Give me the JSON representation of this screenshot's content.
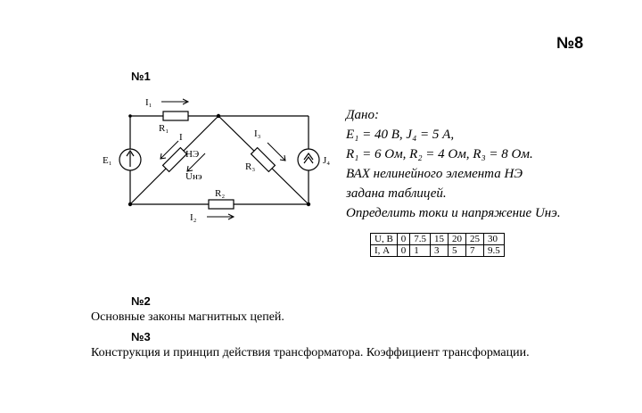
{
  "variant": "№8",
  "task1": {
    "number": "№1",
    "circuit_labels": {
      "I1": "I₁",
      "R1": "R₁",
      "E1": "E₁",
      "I": "I",
      "NE": "НЭ",
      "U_NE": "Uнэ",
      "I3": "I₃",
      "R3": "R₃",
      "J4": "J₄",
      "R2": "R₂",
      "I2": "I₂"
    },
    "given_title": "Дано:",
    "given_line1": "E₁ = 40 В, J₄ = 5 А,",
    "given_line2": "R₁ = 6 Ом, R₂ = 4 Ом, R₃ = 8 Ом.",
    "given_line3": "ВАХ нелинейного элемента НЭ",
    "given_line4": "задана таблицей.",
    "given_line5": "Определить токи и напряжение Uнэ.",
    "table": {
      "row_headers": [
        "U, В",
        "I, А"
      ],
      "u_values": [
        "0",
        "7.5",
        "15",
        "20",
        "25",
        "30"
      ],
      "i_values": [
        "0",
        "1",
        "3",
        "5",
        "7",
        "9.5"
      ]
    }
  },
  "task2": {
    "number": "№2",
    "text": "Основные законы магнитных цепей."
  },
  "task3": {
    "number": "№3",
    "text": "Конструкция и принцип действия трансформатора. Коэффициент трансформации."
  }
}
